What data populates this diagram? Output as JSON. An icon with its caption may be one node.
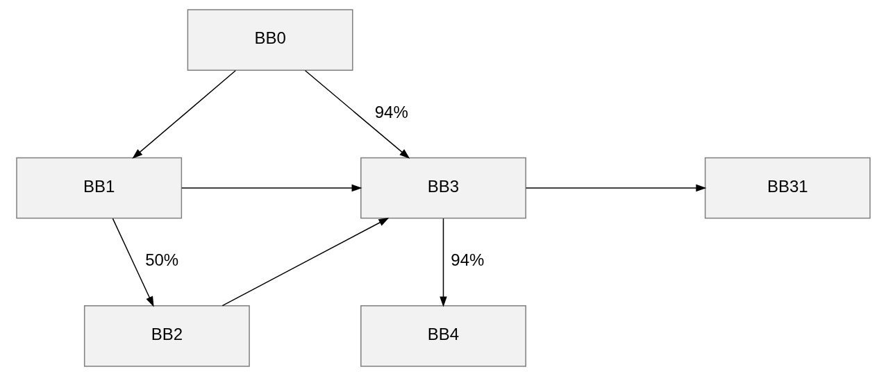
{
  "diagram": {
    "nodes": [
      {
        "text": [
          "BB0"
        ]
      },
      {
        "text": [
          "BB1"
        ]
      },
      {
        "text": [
          "BB3"
        ]
      },
      {
        "text": [
          "BB31"
        ]
      },
      {
        "text": [
          "BB2"
        ]
      },
      {
        "text": [
          "BB4"
        ]
      }
    ],
    "edges": [
      {
        "from": 0,
        "to": 1,
        "arrow": "to"
      },
      {
        "from": 0,
        "to": 2,
        "arrow": "to",
        "label": "94%"
      },
      {
        "from": 1,
        "to": 2,
        "arrow": "to"
      },
      {
        "from": 2,
        "to": 3,
        "arrow": "to"
      },
      {
        "from": 1,
        "to": 4,
        "arrow": "to",
        "label": "50%"
      },
      {
        "from": 4,
        "to": 2,
        "arrow": "to"
      },
      {
        "from": 2,
        "to": 5,
        "arrow": "to",
        "label": "94%"
      }
    ]
  }
}
